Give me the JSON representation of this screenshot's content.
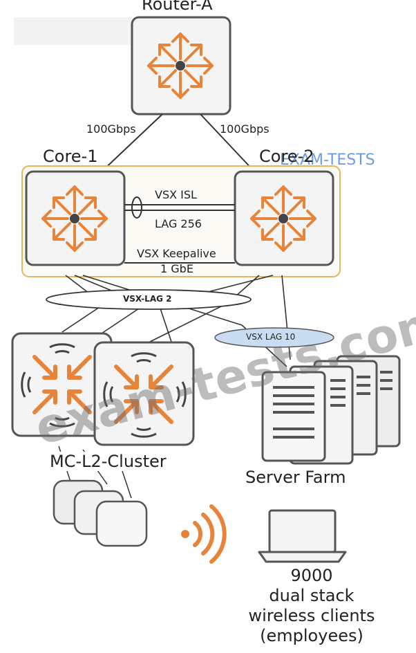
{
  "nodes": {
    "router": "Router-A",
    "core1": "Core-1",
    "core2": "Core-2",
    "cluster": "MC-L2-Cluster",
    "server_farm": "Server Farm"
  },
  "links": {
    "uplink_left": "100Gbps",
    "uplink_right": "100Gbps",
    "isl": "VSX ISL",
    "lag256": "LAG 256",
    "keepalive": "VSX Keepalive",
    "keepalive_speed": "1 GbE",
    "vsx_lag2": "VSX-LAG 2",
    "vsx_lag10": "VSX LAG 10"
  },
  "clients": {
    "line1": "9000",
    "line2": "dual stack",
    "line3": "wireless clients",
    "line4": "(employees)"
  },
  "watermarks": {
    "main": "exam-tests.com",
    "top": "EXAM-TESTS"
  },
  "colors": {
    "orange": "#e8843a",
    "box_stroke": "#555555",
    "box_fill": "#f4f4f4",
    "vsx_frame": "#e8b55a",
    "lag10_fill": "#c9dcf2"
  }
}
